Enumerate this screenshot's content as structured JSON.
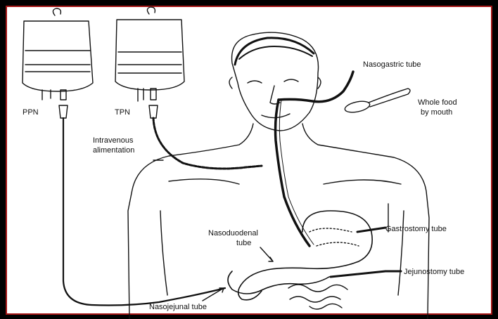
{
  "labels": {
    "ppn": "PPN",
    "tpn": "TPN",
    "intravenous_line1": "Intravenous",
    "intravenous_line2": "alimentation",
    "nasogastric": "Nasogastric tube",
    "whole_food_line1": "Whole food",
    "whole_food_line2": "by mouth",
    "nasoduodenal_line1": "Nasoduodenal",
    "nasoduodenal_line2": "tube",
    "gastrostomy": "Gastrostomy tube",
    "jejunostomy": "Jejunostomy tube",
    "nasojejunal": "Nasojejunal tube"
  },
  "colors": {
    "background": "#000000",
    "panel": "#ffffff",
    "border": "#a31515",
    "ink": "#111111"
  }
}
